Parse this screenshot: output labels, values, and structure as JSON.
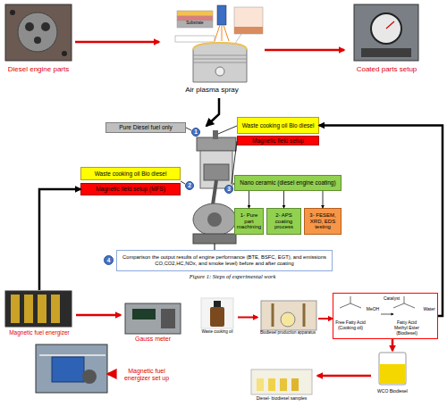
{
  "diagram": {
    "caption": "Figure 1: Steps of experimental work",
    "nodes": [
      {
        "text": [
          "Diesel engine parts"
        ]
      },
      {
        "text": [
          "Air plasma spray"
        ]
      },
      {
        "text": [
          "Coated parts setup"
        ]
      },
      {
        "text": [
          "Pure Diesel fuel only"
        ]
      },
      {
        "text": [
          "Waste cooking oil Bio diesel"
        ]
      },
      {
        "text": [
          "Magnetic field setup"
        ]
      },
      {
        "text": [
          "Waste cooking oil Bio diesel"
        ]
      },
      {
        "text": [
          "Magnetic field setup (MFS)"
        ]
      },
      {
        "text": [
          "Nano ceramic (diesel engine coating)"
        ]
      },
      {
        "text": [
          "1- Pure part machining"
        ]
      },
      {
        "text": [
          "2- APS coating process"
        ]
      },
      {
        "text": [
          "3- FESEM, XRD, EDS testing"
        ]
      },
      {
        "text": [
          "Comparison the output results of engine performance (BTE, BSFC, EGT), and emissions CO,CO2,HC,NOx, and smoke level) before and after coating"
        ]
      },
      {
        "text": [
          "Magnetic fuel energizer"
        ]
      },
      {
        "text": [
          "Gauss meter"
        ]
      },
      {
        "text": [
          "Waste cooking oil"
        ]
      },
      {
        "text": [
          "Biodiesel production apparatus"
        ]
      },
      {
        "text": [
          "Free Fatty Acid (Cooking oil)",
          "MeOH",
          "Catalyst",
          "Fatty Acid Methyl Ester (Biodiesel)",
          "Water"
        ]
      },
      {
        "text": [
          "WCO Biodiesel"
        ]
      },
      {
        "text": [
          "Diesel- biodiesel samples"
        ]
      },
      {
        "text": [
          "Magnetic fuel energizer set up"
        ]
      }
    ],
    "edges": [
      {
        "from": 0,
        "to": 1,
        "arrow": "to"
      },
      {
        "from": 1,
        "to": 2,
        "arrow": "to"
      },
      {
        "from": 8,
        "to": 9,
        "arrow": "to"
      },
      {
        "from": 8,
        "to": 10,
        "arrow": "to"
      },
      {
        "from": 8,
        "to": 11,
        "arrow": "to"
      },
      {
        "from": 13,
        "to": 14,
        "arrow": "to"
      },
      {
        "from": 15,
        "to": 16,
        "arrow": "to"
      },
      {
        "from": 16,
        "to": 17,
        "arrow": "to"
      },
      {
        "from": 17,
        "to": 18,
        "arrow": "to"
      },
      {
        "from": 18,
        "to": 19,
        "arrow": "to"
      },
      {
        "from": 17,
        "to": 4,
        "arrow": "to"
      },
      {
        "from": 13,
        "to": 7,
        "arrow": "to"
      }
    ],
    "labels": [
      "1",
      "2",
      "3",
      "4",
      "Substrate"
    ]
  }
}
